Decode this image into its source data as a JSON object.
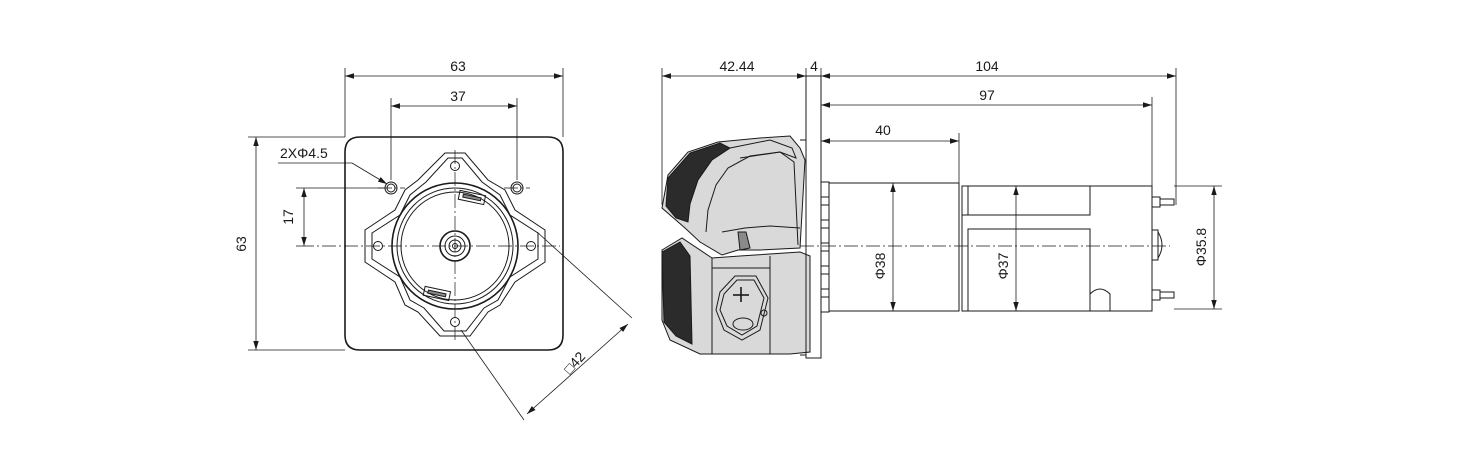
{
  "front_view": {
    "dim_overall_width": "63",
    "dim_hole_spacing": "37",
    "dim_overall_height": "63",
    "dim_hole_offset": "17",
    "dim_holes": "2XΦ4.5",
    "dim_square": "□42"
  },
  "side_view": {
    "dim_head_length": "42.44",
    "dim_plate_thickness": "4",
    "dim_total_length": "104",
    "dim_motor_length": "97",
    "dim_gearbox_length": "40",
    "dim_gearbox_diameter": "Φ38",
    "dim_motor_diameter": "Φ37",
    "dim_terminal_span": "Φ35.8"
  }
}
